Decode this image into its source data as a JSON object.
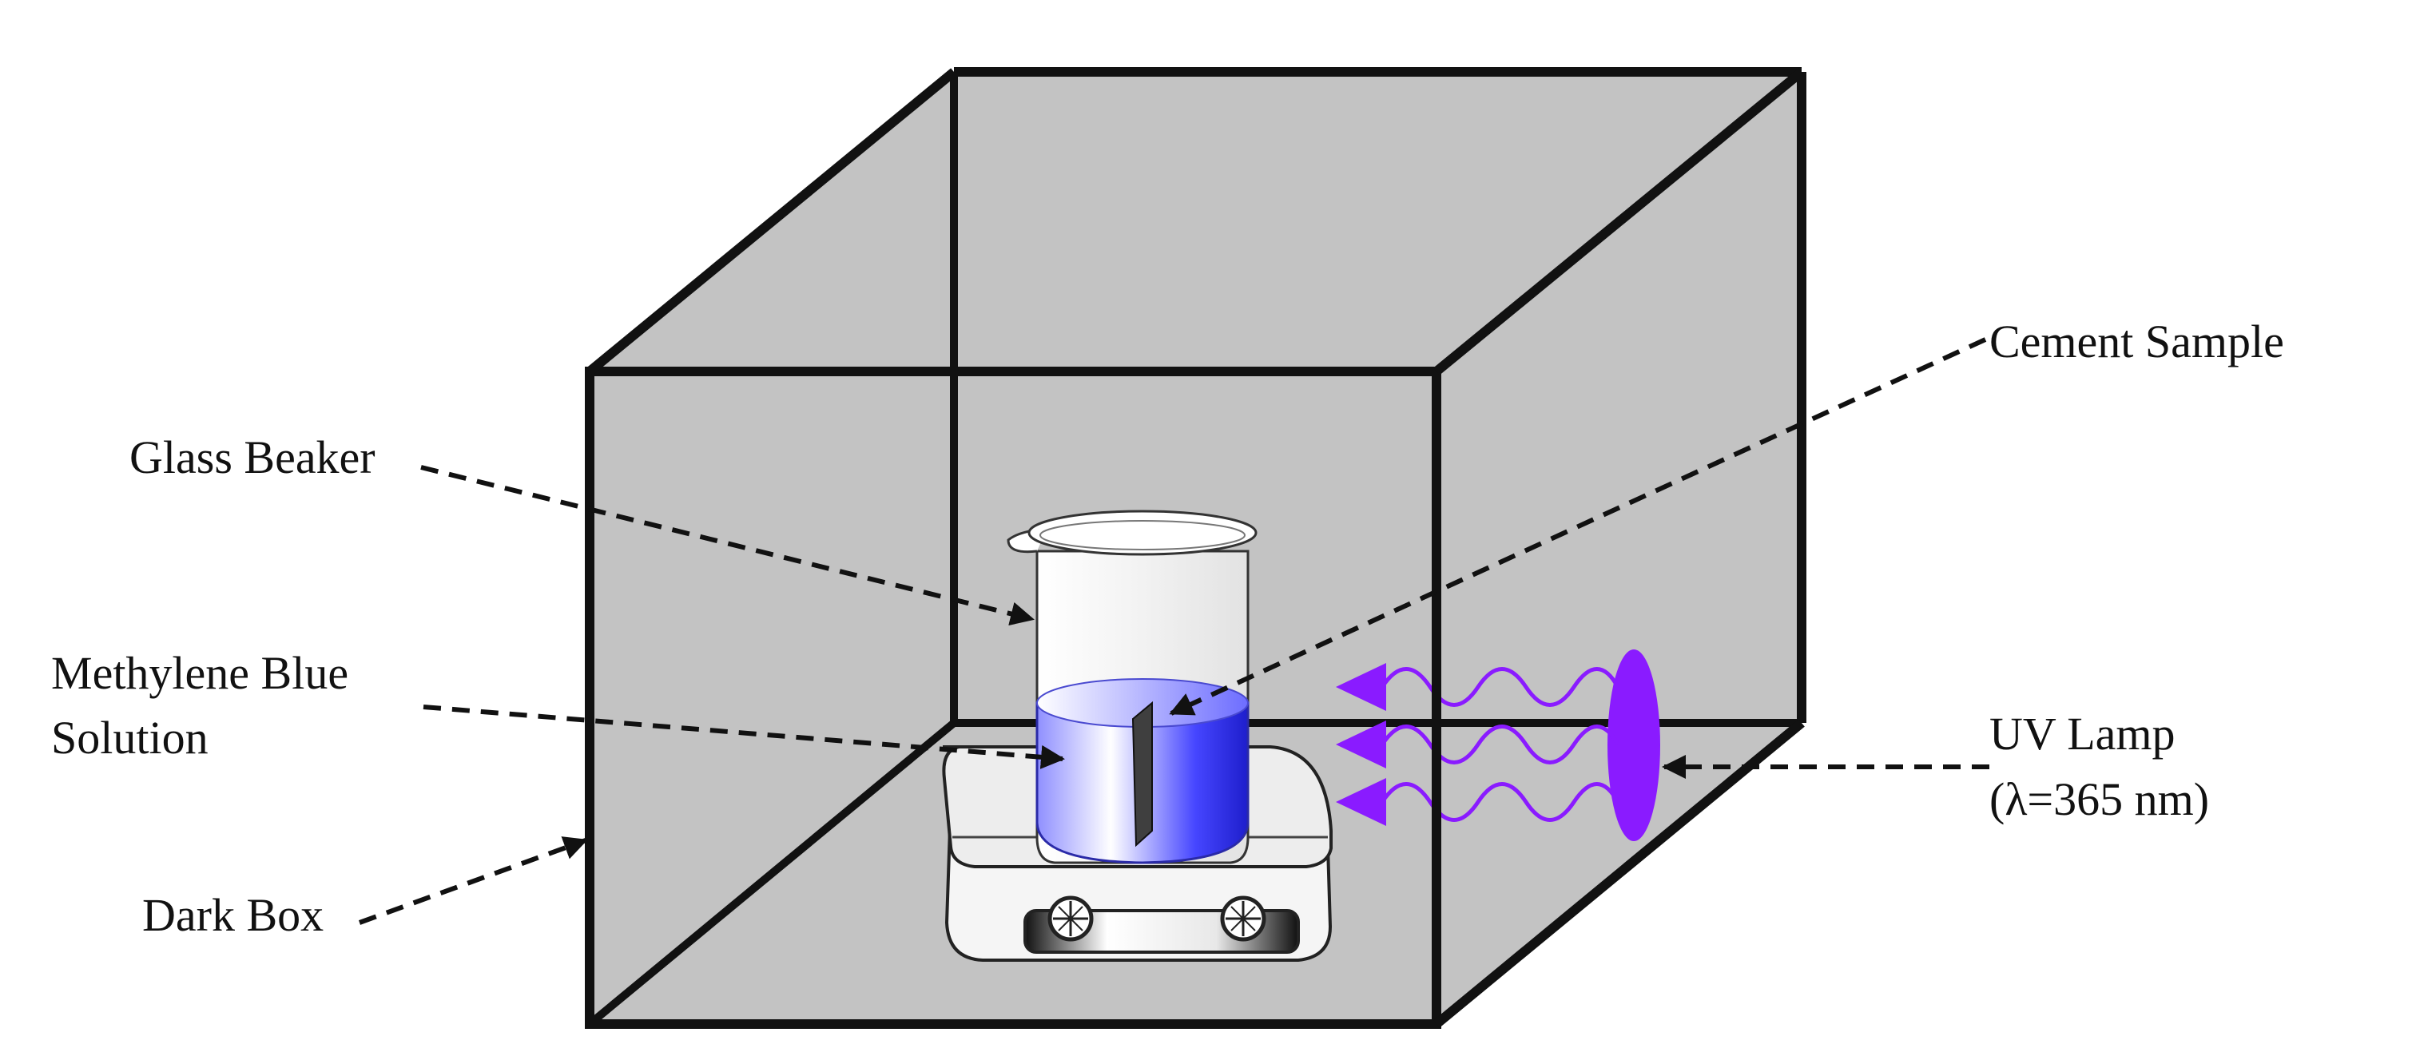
{
  "labels": {
    "glass_beaker": "Glass Beaker",
    "methylene_blue_line1": "Methylene Blue",
    "methylene_blue_line2": "Solution",
    "dark_box": "Dark Box",
    "cement_sample": "Cement Sample",
    "uv_lamp_line1": "UV Lamp",
    "uv_lamp_line2": "(λ=365 nm)"
  },
  "colors": {
    "box_fill": "#c3c3c3",
    "box_edge": "#111111",
    "uv_violet": "#8a1bff",
    "solution_blue": "#3b3bff"
  }
}
